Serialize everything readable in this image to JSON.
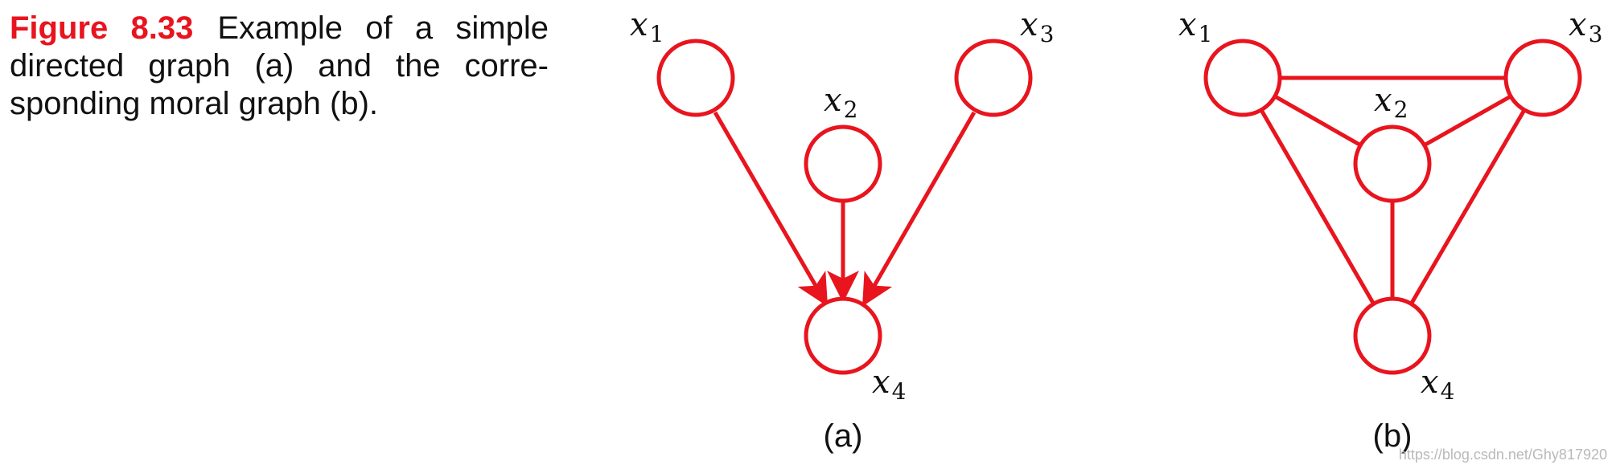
{
  "caption": {
    "figure_label": "Figure 8.33",
    "text": "Example of a simple directed graph (a) and the corre­sponding moral graph (b)."
  },
  "panels": [
    {
      "id": "a",
      "label": "(a)",
      "nodes": [
        {
          "id": "x1",
          "var": "x",
          "sub": "1"
        },
        {
          "id": "x2",
          "var": "x",
          "sub": "2"
        },
        {
          "id": "x3",
          "var": "x",
          "sub": "3"
        },
        {
          "id": "x4",
          "var": "x",
          "sub": "4"
        }
      ],
      "edges": [
        {
          "from": "x1",
          "to": "x4",
          "directed": true
        },
        {
          "from": "x2",
          "to": "x4",
          "directed": true
        },
        {
          "from": "x3",
          "to": "x4",
          "directed": true
        }
      ]
    },
    {
      "id": "b",
      "label": "(b)",
      "nodes": [
        {
          "id": "x1",
          "var": "x",
          "sub": "1"
        },
        {
          "id": "x2",
          "var": "x",
          "sub": "2"
        },
        {
          "id": "x3",
          "var": "x",
          "sub": "3"
        },
        {
          "id": "x4",
          "var": "x",
          "sub": "4"
        }
      ],
      "edges": [
        {
          "from": "x1",
          "to": "x3",
          "directed": false
        },
        {
          "from": "x1",
          "to": "x2",
          "directed": false
        },
        {
          "from": "x2",
          "to": "x3",
          "directed": false
        },
        {
          "from": "x1",
          "to": "x4",
          "directed": false
        },
        {
          "from": "x2",
          "to": "x4",
          "directed": false
        },
        {
          "from": "x3",
          "to": "x4",
          "directed": false
        }
      ]
    }
  ],
  "watermark": "https://blog.csdn.net/Ghy817920",
  "colors": {
    "accent": "#e8141e",
    "text": "#111111"
  }
}
